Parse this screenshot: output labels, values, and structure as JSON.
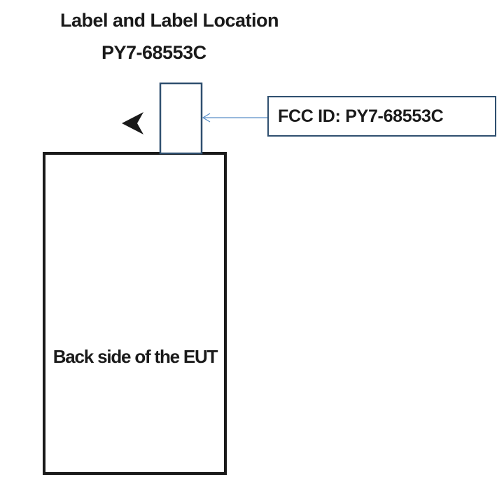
{
  "title": {
    "line1": "Label and Label Location",
    "line2": "PY7-68553C"
  },
  "callout": {
    "text": "FCC ID: PY7-68553C"
  },
  "device": {
    "label": "Back side of the EUT"
  },
  "colors": {
    "label_outline": "#2f4f6f",
    "callout_border": "#2f4f6f",
    "leader_line": "#5b8fc7",
    "device_outline": "#1a1a1a",
    "text": "#1a1a1a"
  }
}
